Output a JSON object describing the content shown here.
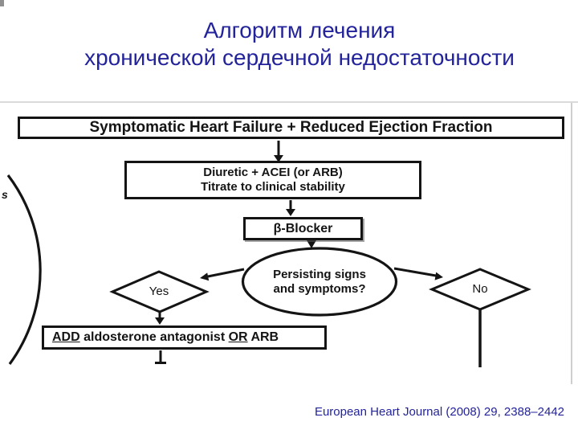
{
  "slide": {
    "title": {
      "line1": "Алгоритм лечения",
      "line2": "хронической сердечной недостаточности"
    },
    "citation": "European Heart Journal (2008) 29, 2388–2442",
    "colors": {
      "title_text": "#23239B",
      "citation_text": "#23239B",
      "diagram_ink": "#141414",
      "divider": "#dadada",
      "background": "#ffffff"
    }
  },
  "diagram": {
    "type": "flowchart",
    "nodes": {
      "start": {
        "shape": "rectangle",
        "label": "Symptomatic Heart Failure + Reduced Ejection Fraction"
      },
      "diuretic": {
        "shape": "rectangle",
        "line1": "Diuretic + ACEI (or ARB)",
        "line2": "Titrate to clinical stability"
      },
      "beta_blocker": {
        "shape": "rectangle",
        "label": "β-Blocker"
      },
      "persisting": {
        "shape": "ellipse",
        "line1": "Persisting signs",
        "line2": "and symptoms?"
      },
      "yes": {
        "shape": "diamond",
        "label": "Yes"
      },
      "no": {
        "shape": "diamond",
        "label": "No"
      },
      "add_therapy": {
        "shape": "rectangle",
        "part1": "ADD",
        "part2": " aldosterone antagonist ",
        "part3": "OR",
        "part4": " ARB"
      },
      "offscreen_circle": {
        "shape": "partial-circle-left-edge",
        "visible_text_fragment": "s"
      }
    },
    "edges": [
      {
        "from": "start",
        "to": "diuretic",
        "style": "arrow-down"
      },
      {
        "from": "diuretic",
        "to": "beta_blocker",
        "style": "arrow-down"
      },
      {
        "from": "beta_blocker",
        "to": "persisting",
        "style": "arrow-down"
      },
      {
        "from": "persisting",
        "to": "yes",
        "style": "arrow-diagonal-left"
      },
      {
        "from": "persisting",
        "to": "no",
        "style": "arrow-diagonal-right"
      },
      {
        "from": "yes",
        "to": "add_therapy",
        "style": "arrow-down"
      },
      {
        "from": "add_therapy",
        "to": "offscreen-below",
        "style": "line-truncated"
      },
      {
        "from": "no",
        "to": "offscreen-below",
        "style": "line-truncated"
      }
    ]
  }
}
